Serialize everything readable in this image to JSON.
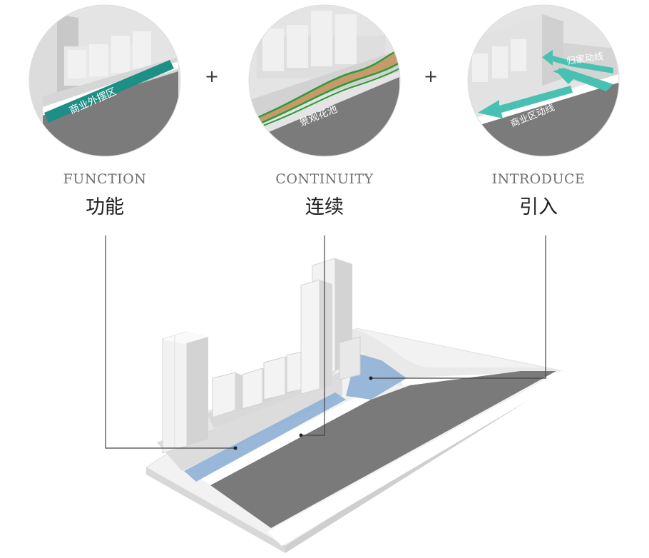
{
  "panels": [
    {
      "title_en": "FUNCTION",
      "title_zh": "功能",
      "tag": "商业外摆区"
    },
    {
      "title_en": "CONTINUITY",
      "title_zh": "连续",
      "tag": "景观花池"
    },
    {
      "title_en": "INTRODUCE",
      "title_zh": "引入",
      "tag_1": "归家动线",
      "tag_2": "商业区动线"
    }
  ],
  "plus_sign": "+",
  "colors": {
    "teal": "#1e8f86",
    "arrow": "#49c1b2",
    "green_line": "#2f9a3a",
    "planter": "#c79a6b",
    "road": "#7a7a7a",
    "highlight_blue": "#8fb0d6"
  }
}
